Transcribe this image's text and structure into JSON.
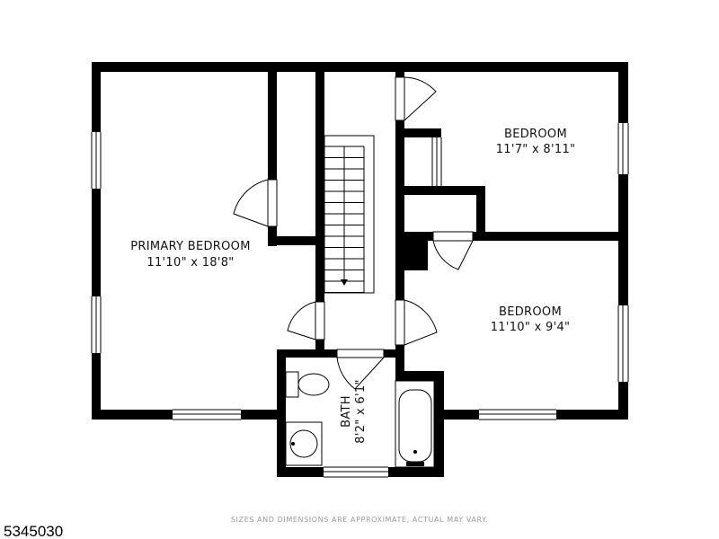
{
  "rooms": {
    "primary_bedroom": {
      "name": "PRIMARY BEDROOM",
      "dimensions": "11'10\" x 18'8\""
    },
    "bedroom_top": {
      "name": "BEDROOM",
      "dimensions": "11'7\" x 8'11\""
    },
    "bedroom_bottom": {
      "name": "BEDROOM",
      "dimensions": "11'10\" x 9'4\""
    },
    "bath": {
      "name": "BATH",
      "dimensions": "8'2\" x 6'1\""
    }
  },
  "footer_note": "SIZES AND DIMENSIONS ARE APPROXIMATE, ACTUAL MAY VARY.",
  "listing_id": "5345030",
  "colors": {
    "wall": "#000000",
    "background": "#ffffff",
    "note": "#9a9a9a"
  }
}
